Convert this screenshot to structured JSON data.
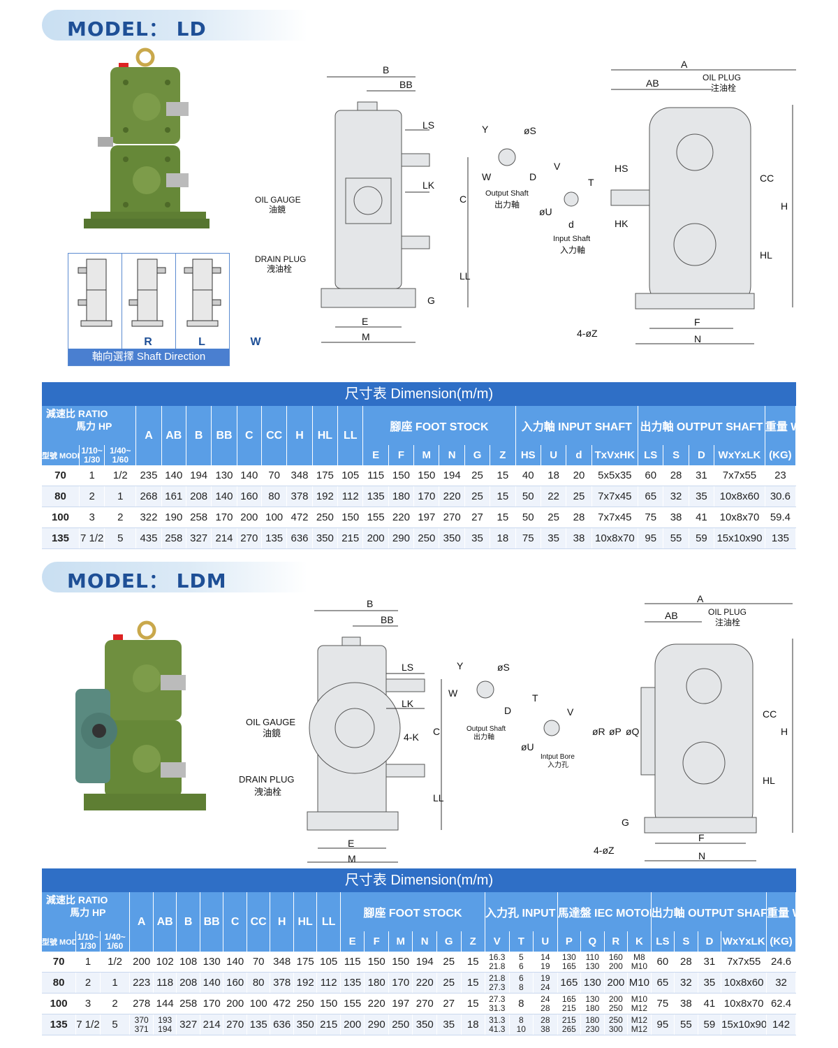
{
  "ld": {
    "model_title": "MODEL： LD",
    "shaft_direction": {
      "caption": "軸向選擇 Shaft Direction",
      "options": [
        "R",
        "L",
        "W"
      ]
    },
    "drawing": {
      "labels": [
        "B",
        "BB",
        "LS",
        "LK",
        "C",
        "LL",
        "G",
        "E",
        "M",
        "OIL GAUGE",
        "油鏡",
        "DRAIN PLUG",
        "洩油栓",
        "Y",
        "øS",
        "W",
        "D",
        "Output Shaft",
        "出力軸",
        "V",
        "T",
        "øU",
        "d",
        "Input Shaft",
        "入力軸",
        "A",
        "AB",
        "OIL PLUG",
        "注油栓",
        "HS",
        "HK",
        "CC",
        "H",
        "HL",
        "F",
        "N",
        "4-øZ"
      ]
    },
    "table": {
      "title": "尺寸表 Dimension(m/m)",
      "ratio_label": "減速比 RATIO",
      "hp_label": "馬力 HP",
      "model_label": "型號 MODEL",
      "ratio_a": "1/10~ 1/30",
      "ratio_b": "1/40~ 1/60",
      "groups": {
        "foot": "腳座 FOOT STOCK",
        "input": "入力軸 INPUT SHAFT",
        "output": "出力軸 OUTPUT SHAFT",
        "weight": "重量 Weight"
      },
      "top_columns": [
        "A",
        "AB",
        "B",
        "BB",
        "C",
        "CC",
        "H",
        "HL",
        "LL"
      ],
      "foot_columns": [
        "E",
        "F",
        "M",
        "N",
        "G",
        "Z"
      ],
      "input_columns": [
        "HS",
        "U",
        "d",
        "TxVxHK"
      ],
      "output_columns": [
        "LS",
        "S",
        "D",
        "WxYxLK"
      ],
      "weight_unit": "(KG)",
      "rows": [
        [
          "70",
          "1",
          "1/2",
          "235",
          "140",
          "194",
          "130",
          "140",
          "70",
          "348",
          "175",
          "105",
          "115",
          "150",
          "150",
          "194",
          "25",
          "15",
          "40",
          "18",
          "20",
          "5x5x35",
          "60",
          "28",
          "31",
          "7x7x55",
          "23"
        ],
        [
          "80",
          "2",
          "1",
          "268",
          "161",
          "208",
          "140",
          "160",
          "80",
          "378",
          "192",
          "112",
          "135",
          "180",
          "170",
          "220",
          "25",
          "15",
          "50",
          "22",
          "25",
          "7x7x45",
          "65",
          "32",
          "35",
          "10x8x60",
          "30.6"
        ],
        [
          "100",
          "3",
          "2",
          "322",
          "190",
          "258",
          "170",
          "200",
          "100",
          "472",
          "250",
          "150",
          "155",
          "220",
          "197",
          "270",
          "27",
          "15",
          "50",
          "25",
          "28",
          "7x7x45",
          "75",
          "38",
          "41",
          "10x8x70",
          "59.4"
        ],
        [
          "135",
          "7 1/2",
          "5",
          "435",
          "258",
          "327",
          "214",
          "270",
          "135",
          "636",
          "350",
          "215",
          "200",
          "290",
          "250",
          "350",
          "35",
          "18",
          "75",
          "35",
          "38",
          "10x8x70",
          "95",
          "55",
          "59",
          "15x10x90",
          "135"
        ]
      ]
    }
  },
  "ldm": {
    "model_title": "MODEL： LDM",
    "drawing": {
      "labels": [
        "B",
        "BB",
        "LS",
        "LK",
        "C",
        "4-K",
        "LL",
        "E",
        "M",
        "OIL GAUGE",
        "油鏡",
        "DRAIN PLUG",
        "洩油栓",
        "Y",
        "øS",
        "W",
        "D",
        "Output Shaft",
        "出力軸",
        "T",
        "V",
        "øU",
        "Intput Bore",
        "入力孔",
        "A",
        "AB",
        "OIL PLUG",
        "注油栓",
        "øR",
        "øP",
        "øQ",
        "CC",
        "H",
        "HL",
        "G",
        "F",
        "N",
        "4-øZ"
      ]
    },
    "table": {
      "title": "尺寸表 Dimension(m/m)",
      "ratio_label": "減速比 RATIO",
      "hp_label": "馬力 HP",
      "model_label": "型號 MODEL",
      "ratio_a": "1/10~ 1/30",
      "ratio_b": "1/40~ 1/60",
      "groups": {
        "foot": "腳座 FOOT STOCK",
        "input": "入力孔 INPUT BORE",
        "motor": "馬達盤 IEC MOTOR FLANGE",
        "output": "出力軸 OUTPUT SHAFT",
        "weight": "重量 Weight"
      },
      "top_columns": [
        "A",
        "AB",
        "B",
        "BB",
        "C",
        "CC",
        "H",
        "HL",
        "LL"
      ],
      "foot_columns": [
        "E",
        "F",
        "M",
        "N",
        "G",
        "Z"
      ],
      "input_columns": [
        "V",
        "T",
        "U"
      ],
      "motor_columns": [
        "P",
        "Q",
        "R",
        "K"
      ],
      "output_columns": [
        "LS",
        "S",
        "D",
        "WxYxLK"
      ],
      "weight_unit": "(KG)",
      "rows": [
        [
          "70",
          "1",
          "1/2",
          "200",
          "102",
          "108",
          "130",
          "140",
          "70",
          "348",
          "175",
          "105",
          "115",
          "150",
          "150",
          "194",
          "25",
          "15",
          "16.3 21.8",
          "5 6",
          "14 19",
          "130 165",
          "110 130",
          "160 200",
          "M8 M10",
          "60",
          "28",
          "31",
          "7x7x55",
          "24.6"
        ],
        [
          "80",
          "2",
          "1",
          "223",
          "118",
          "208",
          "140",
          "160",
          "80",
          "378",
          "192",
          "112",
          "135",
          "180",
          "170",
          "220",
          "25",
          "15",
          "21.8 27.3",
          "6 8",
          "19 24",
          "165",
          "130",
          "200",
          "M10",
          "65",
          "32",
          "35",
          "10x8x60",
          "32"
        ],
        [
          "100",
          "3",
          "2",
          "278",
          "144",
          "258",
          "170",
          "200",
          "100",
          "472",
          "250",
          "150",
          "155",
          "220",
          "197",
          "270",
          "27",
          "15",
          "27.3 31.3",
          "8",
          "24 28",
          "165 215",
          "130 180",
          "200 250",
          "M10 M12",
          "75",
          "38",
          "41",
          "10x8x70",
          "62.4"
        ],
        [
          "135",
          "7 1/2",
          "5",
          "370 371",
          "193 194",
          "327",
          "214",
          "270",
          "135",
          "636",
          "350",
          "215",
          "200",
          "290",
          "250",
          "350",
          "35",
          "18",
          "31.3 41.3",
          "8 10",
          "28 38",
          "215 265",
          "180 230",
          "250 300",
          "M12 M12",
          "95",
          "55",
          "59",
          "15x10x90",
          "142"
        ]
      ]
    }
  },
  "colors": {
    "accent": "#2f6fc6",
    "header_cell": "#5a9ee6",
    "title_blue": "#1e4f96",
    "gearbox_green": "#7a9a4a",
    "drawing_fill": "#e4e6e8"
  }
}
